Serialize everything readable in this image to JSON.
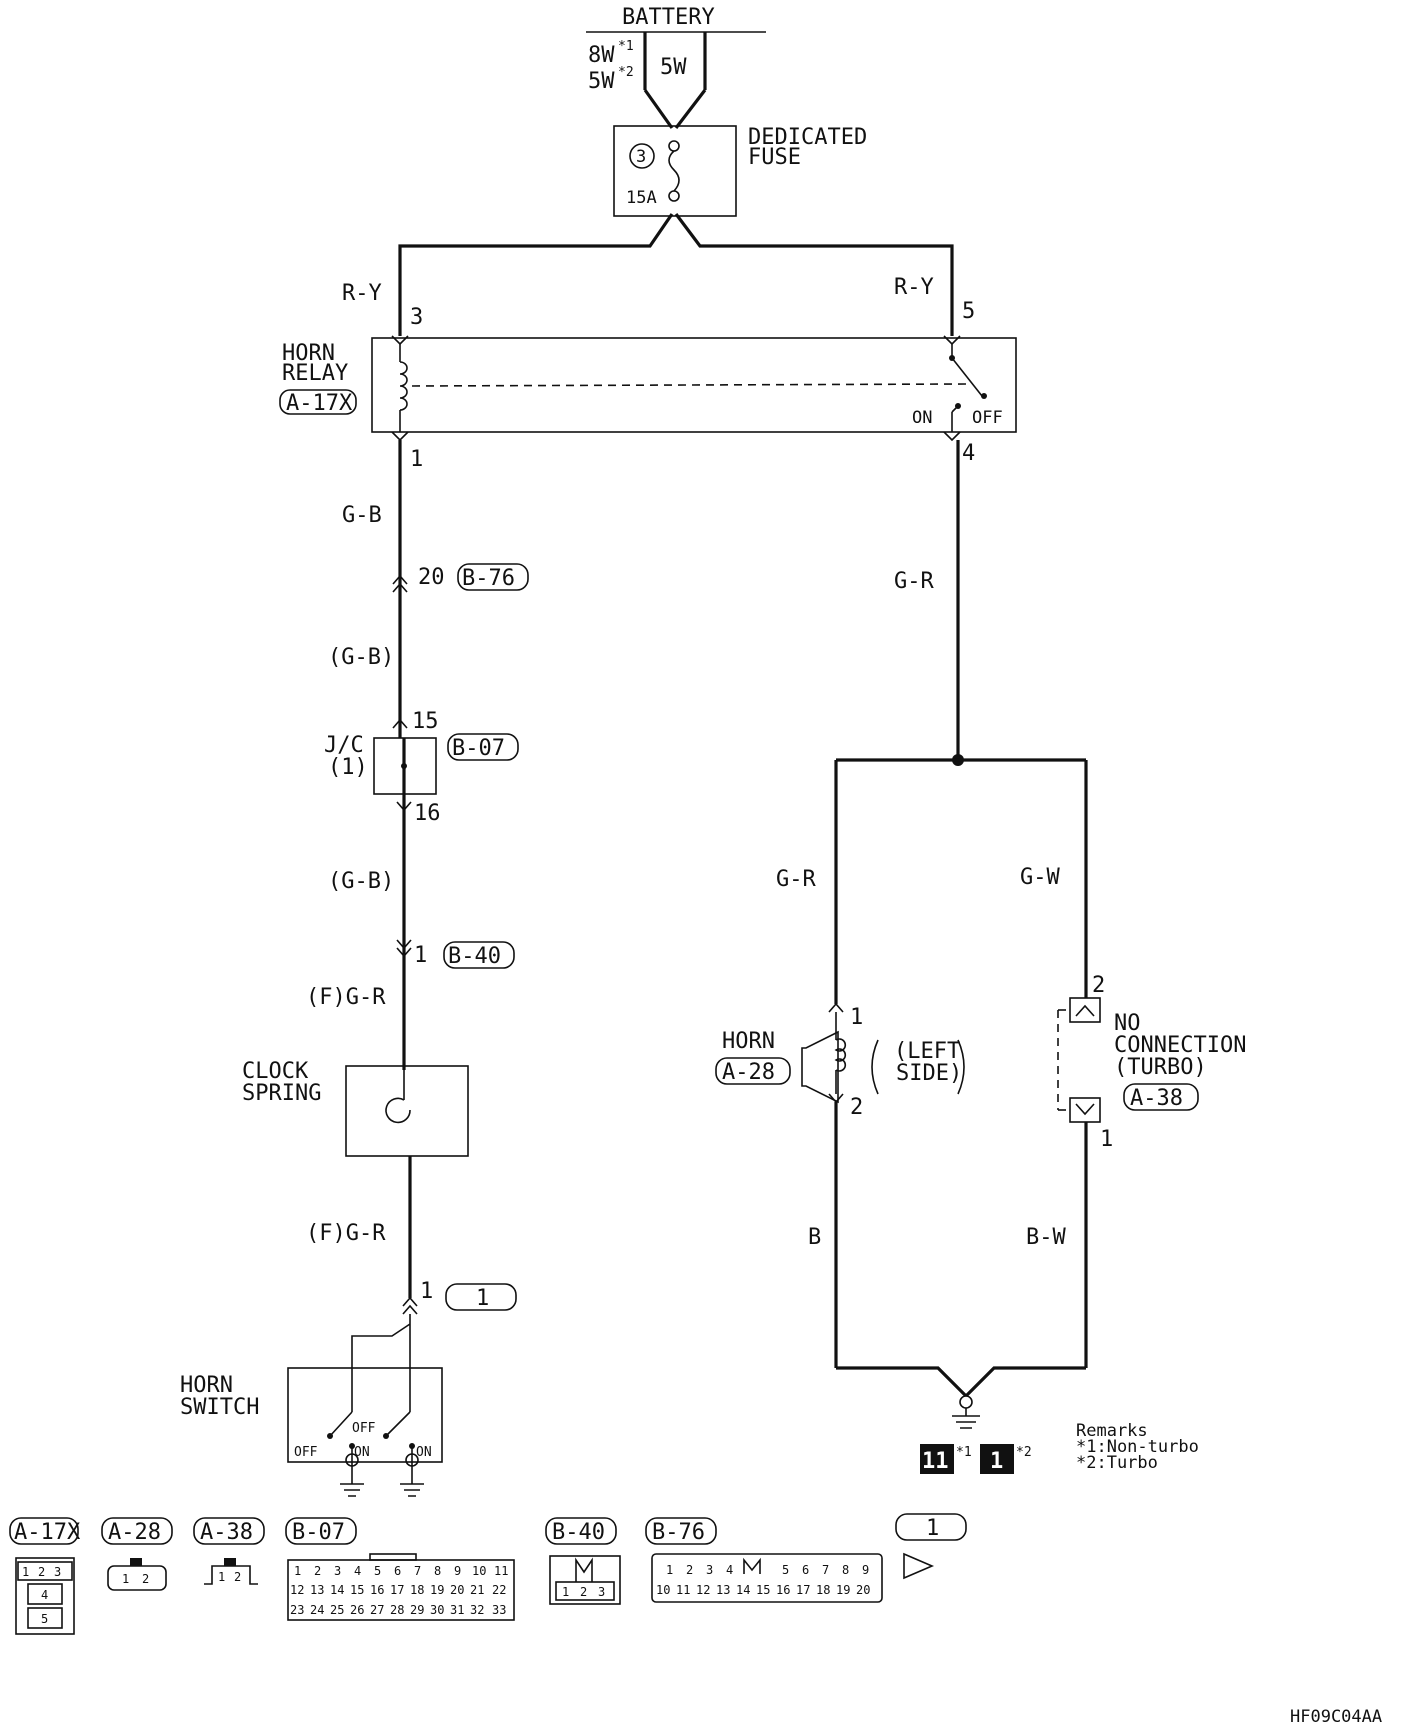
{
  "battery": {
    "label": "BATTERY",
    "wire_size_a": "8W",
    "wire_size_b": "5W",
    "mark_1": "*1",
    "mark_2": "*2",
    "wire_size_main": "5W"
  },
  "fuse": {
    "label_line1": "DEDICATED",
    "label_line2": "FUSE",
    "number": "3",
    "rating": "15A"
  },
  "relay": {
    "label_line1": "HORN",
    "label_line2": "RELAY",
    "connector": "A-17X",
    "pin_left_top": "3",
    "pin_right_top": "5",
    "pin_left_bottom": "1",
    "pin_right_bottom": "4",
    "on": "ON",
    "off": "OFF"
  },
  "wires": {
    "left_top": "R-Y",
    "right_top": "R-Y",
    "left_relay_out": "G-B",
    "left_jc_in": "(G-B)",
    "left_jc_out": "(G-B)",
    "left_clock_in": "(F)G-R",
    "left_clock_out": "(F)G-R",
    "right_relay_out": "G-R",
    "horn_branch": "G-R",
    "turbo_branch": "G-W",
    "horn_ground": "B",
    "turbo_ground": "B-W"
  },
  "junctions": {
    "b76_pin": "20",
    "b76": "B-76",
    "jc_label_line1": "J/C",
    "jc_label_line2": "(1)",
    "jc_connector": "B-07",
    "jc_pin_in": "15",
    "jc_pin_out": "16",
    "b40_pin": "1",
    "b40": "B-40",
    "clock_label_line1": "CLOCK",
    "clock_label_line2": "SPRING",
    "c1_pin": "1",
    "c1": "1"
  },
  "horn_switch": {
    "label_line1": "HORN",
    "label_line2": "SWITCH",
    "off": "OFF",
    "on": "ON"
  },
  "horn": {
    "label": "HORN",
    "connector": "A-28",
    "side_line1": "(LEFT",
    "side_line2": "SIDE)",
    "pin_top": "1",
    "pin_bottom": "2"
  },
  "no_connection": {
    "label_line1": "NO",
    "label_line2": "CONNECTION",
    "label_line3": "(TURBO)",
    "connector": "A-38",
    "pin_top": "2",
    "pin_bottom": "1"
  },
  "ground": {
    "code_1": "11",
    "mark_1": "*1",
    "code_2": "1",
    "mark_2": "*2"
  },
  "remarks": {
    "title": "Remarks",
    "line1": "*1:Non-turbo",
    "line2": "*2:Turbo"
  },
  "connector_views": {
    "a17x": {
      "label": "A-17X",
      "pins": [
        "1",
        "2",
        "3",
        "4",
        "5"
      ]
    },
    "a28": {
      "label": "A-28",
      "pins": [
        "1",
        "2"
      ]
    },
    "a38": {
      "label": "A-38",
      "pins": [
        "1",
        "2"
      ]
    },
    "b07": {
      "label": "B-07",
      "row1": [
        "1",
        "2",
        "3",
        "4",
        "5",
        "6",
        "7",
        "8",
        "9",
        "10",
        "11"
      ],
      "row2": [
        "12",
        "13",
        "14",
        "15",
        "16",
        "17",
        "18",
        "19",
        "20",
        "21",
        "22"
      ],
      "row3": [
        "23",
        "24",
        "25",
        "26",
        "27",
        "28",
        "29",
        "30",
        "31",
        "32",
        "33"
      ]
    },
    "b40": {
      "label": "B-40",
      "pins": [
        "1",
        "2",
        "3"
      ]
    },
    "b76": {
      "label": "B-76",
      "row1": [
        "1",
        "2",
        "3",
        "4",
        "5",
        "6",
        "7",
        "8",
        "9"
      ],
      "row2": [
        "10",
        "11",
        "12",
        "13",
        "14",
        "15",
        "16",
        "17",
        "18",
        "19",
        "20"
      ]
    },
    "c1": {
      "label": "1"
    }
  },
  "diagram_code": "HF09C04AA"
}
